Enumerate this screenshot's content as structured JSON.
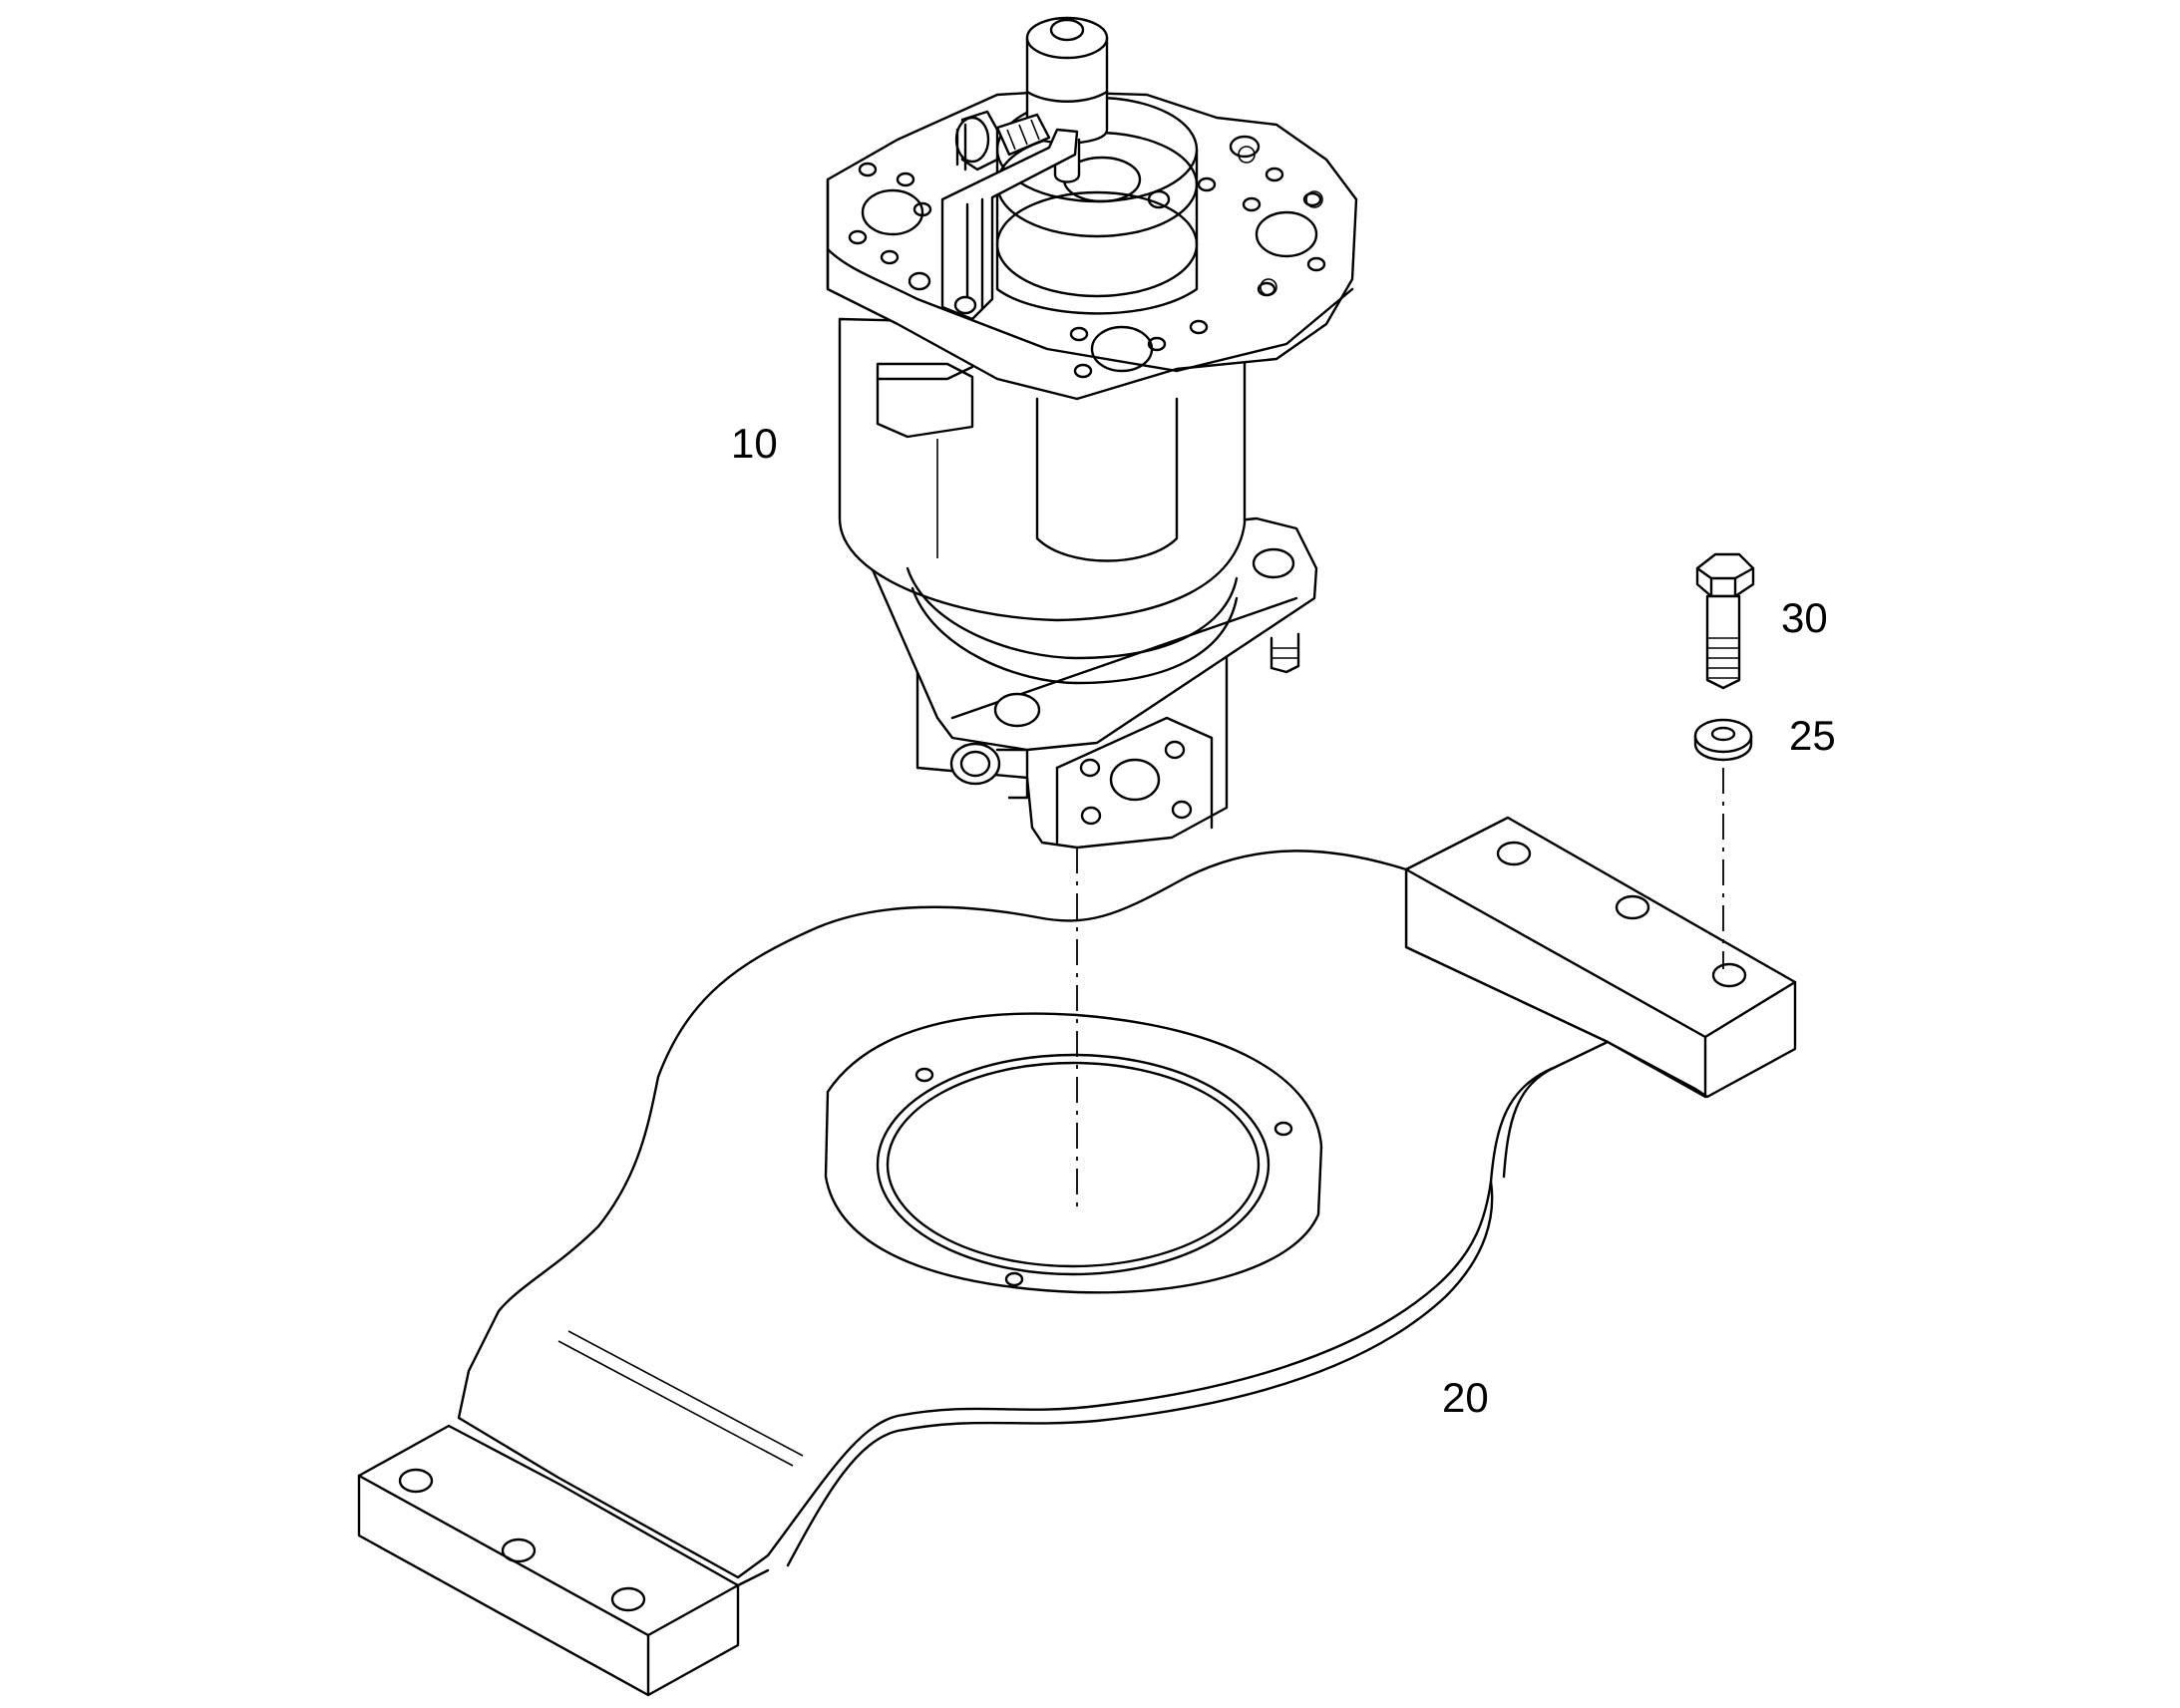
{
  "callouts": {
    "housing_part": "10",
    "base_plate": "20",
    "washer": "25",
    "bolt": "30"
  }
}
